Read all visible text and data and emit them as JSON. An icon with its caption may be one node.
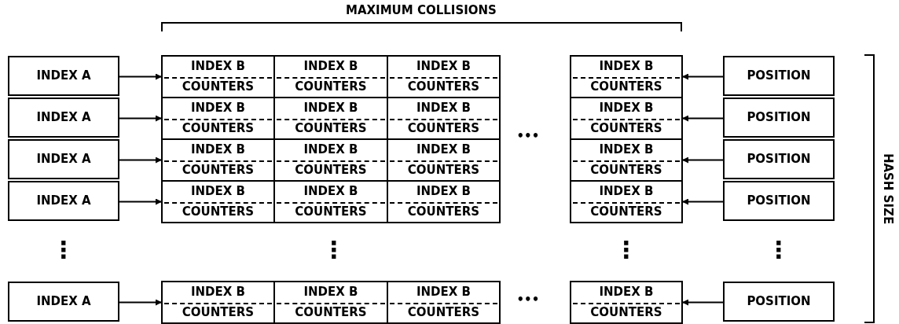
{
  "diagram": {
    "nodes": [
      {
        "text": [
          "INDEX A"
        ]
      },
      {
        "text": [
          "INDEX B",
          "COUNTERS"
        ]
      },
      {
        "text": [
          "INDEX B",
          "COUNTERS"
        ]
      },
      {
        "text": [
          "INDEX B",
          "COUNTERS"
        ]
      },
      {
        "text": [
          "INDEX B",
          "COUNTERS"
        ]
      },
      {
        "text": [
          "POSITION"
        ]
      },
      {
        "text": [
          "INDEX A"
        ]
      },
      {
        "text": [
          "INDEX B",
          "COUNTERS"
        ]
      },
      {
        "text": [
          "INDEX B",
          "COUNTERS"
        ]
      },
      {
        "text": [
          "INDEX B",
          "COUNTERS"
        ]
      },
      {
        "text": [
          "INDEX B",
          "COUNTERS"
        ]
      },
      {
        "text": [
          "POSITION"
        ]
      },
      {
        "text": [
          "INDEX A"
        ]
      },
      {
        "text": [
          "INDEX B",
          "COUNTERS"
        ]
      },
      {
        "text": [
          "INDEX B",
          "COUNTERS"
        ]
      },
      {
        "text": [
          "INDEX B",
          "COUNTERS"
        ]
      },
      {
        "text": [
          "INDEX B",
          "COUNTERS"
        ]
      },
      {
        "text": [
          "POSITION"
        ]
      },
      {
        "text": [
          "INDEX A"
        ]
      },
      {
        "text": [
          "INDEX B",
          "COUNTERS"
        ]
      },
      {
        "text": [
          "INDEX B",
          "COUNTERS"
        ]
      },
      {
        "text": [
          "INDEX B",
          "COUNTERS"
        ]
      },
      {
        "text": [
          "INDEX B",
          "COUNTERS"
        ]
      },
      {
        "text": [
          "POSITION"
        ]
      },
      {
        "text": [
          "INDEX A"
        ]
      },
      {
        "text": [
          "INDEX B",
          "COUNTERS"
        ]
      },
      {
        "text": [
          "INDEX B",
          "COUNTERS"
        ]
      },
      {
        "text": [
          "INDEX B",
          "COUNTERS"
        ]
      },
      {
        "text": [
          "INDEX B",
          "COUNTERS"
        ]
      },
      {
        "text": [
          "POSITION"
        ]
      }
    ],
    "edges": [
      {
        "from": 0,
        "to": 1,
        "arrow": "to"
      },
      {
        "from": 5,
        "to": 4,
        "arrow": "to"
      },
      {
        "from": 6,
        "to": 7,
        "arrow": "to"
      },
      {
        "from": 11,
        "to": 10,
        "arrow": "to"
      },
      {
        "from": 12,
        "to": 13,
        "arrow": "to"
      },
      {
        "from": 17,
        "to": 16,
        "arrow": "to"
      },
      {
        "from": 18,
        "to": 19,
        "arrow": "to"
      },
      {
        "from": 23,
        "to": 22,
        "arrow": "to"
      },
      {
        "from": 24,
        "to": 25,
        "arrow": "to"
      },
      {
        "from": 29,
        "to": 28,
        "arrow": "to"
      }
    ],
    "labels": [
      "MAXIMUM COLLISIONS",
      "•••",
      "⋮",
      "⋮",
      "⋮",
      "⋮",
      "•••",
      "HASH SIZE"
    ]
  }
}
